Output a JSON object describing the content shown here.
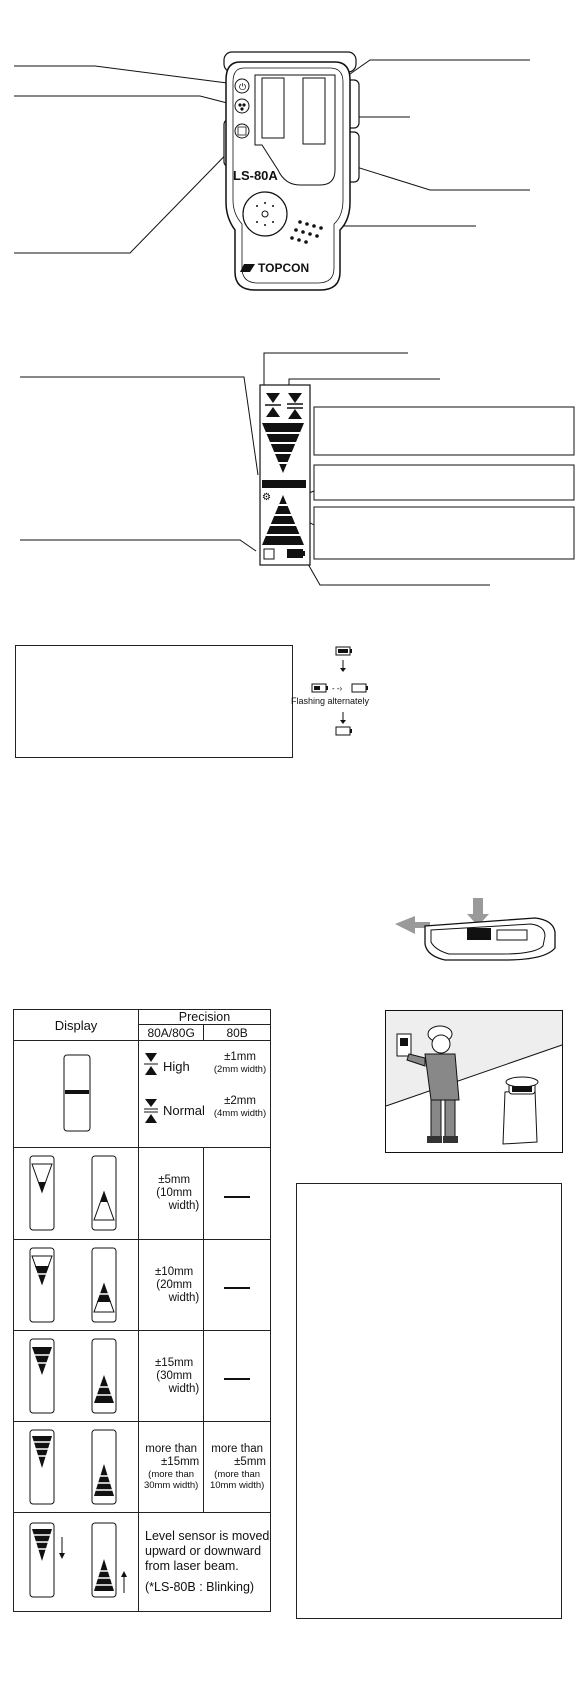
{
  "device": {
    "model_label": "LS-80A",
    "brand_label": "TOPCON"
  },
  "battery_diagram": {
    "flashing_label": "Flashing alternately"
  },
  "precision_table": {
    "header_display": "Display",
    "header_precision": "Precision",
    "col_80a": "80A/80G",
    "col_80b": "80B",
    "row_center": {
      "high_label": "High",
      "high_value": "±1mm",
      "high_width": "(2mm width)",
      "normal_label": "Normal",
      "normal_value": "±2mm",
      "normal_width": "(4mm width)"
    },
    "rows": [
      {
        "value": "±5mm",
        "width_a": "(10mm",
        "width_b": "width)",
        "b": "—"
      },
      {
        "value": "±10mm",
        "width_a": "(20mm",
        "width_b": "width)",
        "b": "—"
      },
      {
        "value": "±15mm",
        "width_a": "(30mm",
        "width_b": "width)",
        "b": "—"
      }
    ],
    "row_more": {
      "a_line1": "more than",
      "a_line2": "±15mm",
      "a_line3": "(more than",
      "a_line4": "30mm width)",
      "b_line1": "more than",
      "b_line2": "±5mm",
      "b_line3": "(more than",
      "b_line4": "10mm width)"
    },
    "row_moved": {
      "line1": "Level sensor is moved",
      "line2": "upward or downward",
      "line3": "from laser beam.",
      "note": "(*LS-80B : Blinking)"
    }
  },
  "colors": {
    "ink": "#111111",
    "gray_arrow": "#9a9a9a",
    "illustration_bg": "#eeeeee"
  }
}
